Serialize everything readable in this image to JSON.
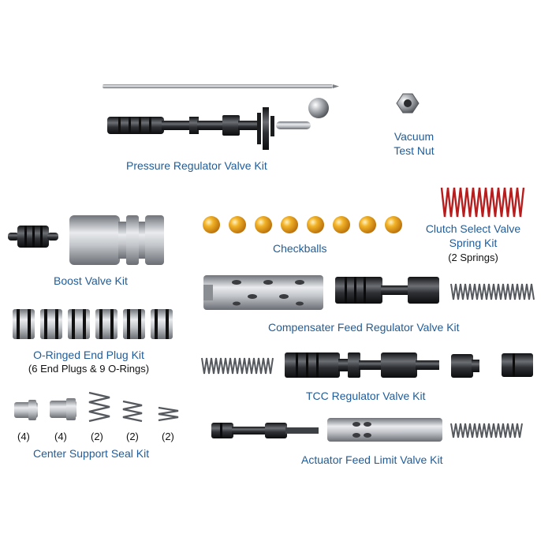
{
  "labels": {
    "pressure_regulator": "Pressure Regulator Valve Kit",
    "vacuum_test_nut": [
      "Vacuum",
      "Test Nut"
    ],
    "boost_valve": "Boost Valve Kit",
    "checkballs": "Checkballs",
    "clutch_select": [
      "Clutch Select Valve",
      "Spring Kit"
    ],
    "clutch_select_count": "(2 Springs)",
    "compensater_feed": "Compensater Feed Regulator Valve Kit",
    "o_ringed_end_plug": "O-Ringed End Plug Kit",
    "o_ringed_end_plug_count": "(6 End Plugs & 9 O-Rings)",
    "tcc_regulator": "TCC Regulator Valve Kit",
    "center_support_seal": "Center Support Seal Kit",
    "center_support_counts": [
      "(4)",
      "(4)",
      "(2)",
      "(2)",
      "(2)"
    ],
    "actuator_feed_limit": "Actuator Feed Limit Valve Kit"
  },
  "colors": {
    "label_blue": "#1f5c99",
    "checkball_orange": "#e8a21a",
    "clutch_spring_red": "#b81c1c",
    "steel": "#a9adb3",
    "dark_steel": "#2b2d30"
  }
}
